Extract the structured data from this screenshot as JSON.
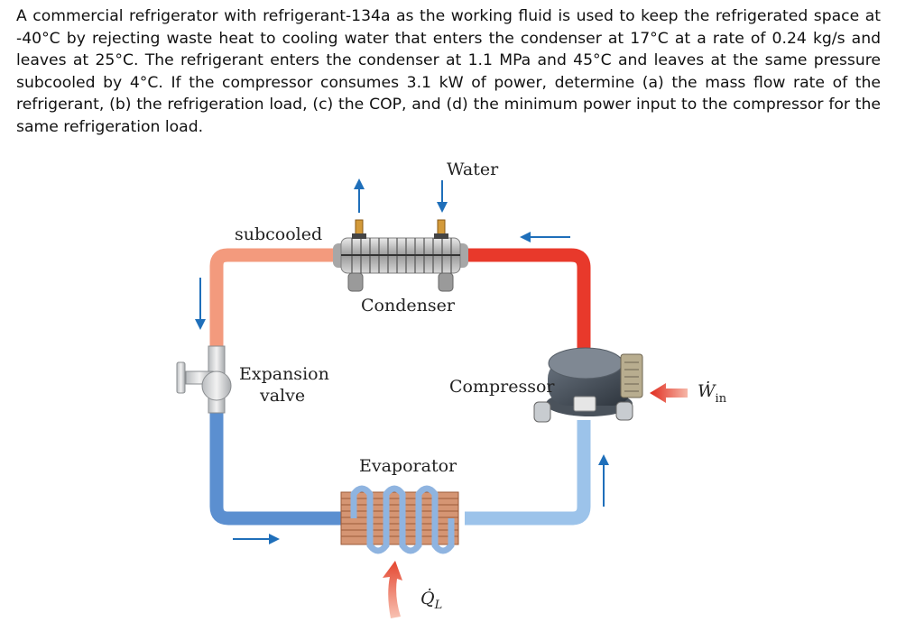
{
  "problem_text": "A commercial refrigerator with refrigerant-134a as the working fluid is used to keep the refrigerated space at -40°C by rejecting waste heat to cooling water that enters the condenser at 17°C at a rate of 0.24 kg/s and leaves at 25°C. The refrigerant enters the condenser at 1.1 MPa and 45°C and leaves at the same pressure subcooled by 4°C. If the compressor consumes 3.1 kW of power, determine (a) the mass flow rate of the refrigerant, (b) the refrigeration load, (c) the COP, and (d) the minimum power input to the compressor for the same refrigeration load.",
  "diagram": {
    "water_label": "Water",
    "subcooled_label": "subcooled",
    "condenser_label": "Condenser",
    "expansion_valve_line1": "Expansion",
    "expansion_valve_line2": "valve",
    "compressor_label": "Compressor",
    "evaporator_label": "Evaporator",
    "work_symbol": "Ẇ",
    "work_subscript": "in",
    "heat_symbol": "Q̇",
    "heat_subscript": "L",
    "colors": {
      "hot_line": "#e8392b",
      "warm_line": "#f39a7d",
      "cold_line": "#5b8fd0",
      "cool_line": "#9cc3ea",
      "flow_arrow": "#1f6fba"
    }
  }
}
